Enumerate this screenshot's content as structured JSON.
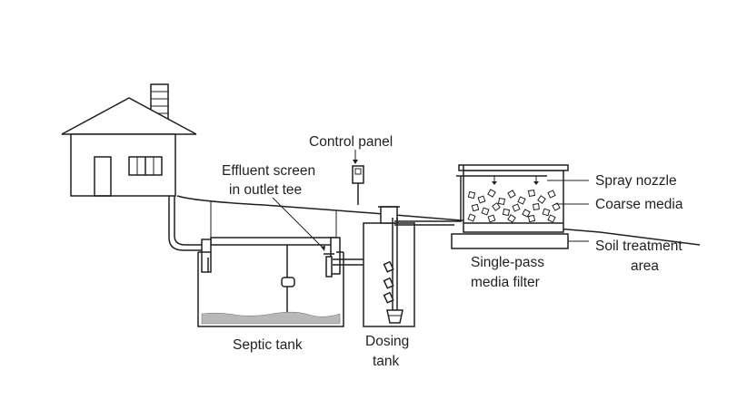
{
  "labels": {
    "control_panel": "Control panel",
    "effluent_screen_line1": "Effluent screen",
    "effluent_screen_line2": "in outlet tee",
    "spray_nozzle": "Spray nozzle",
    "coarse_media": "Coarse media",
    "soil_treatment_line1": "Soil treatment",
    "soil_treatment_line2": "area",
    "media_filter_line1": "Single-pass",
    "media_filter_line2": "media filter",
    "septic_tank": "Septic tank",
    "dosing_tank_line1": "Dosing",
    "dosing_tank_line2": "tank"
  },
  "colors": {
    "line": "#231f20",
    "background": "#ffffff",
    "sludge": "#b8b8b8"
  }
}
